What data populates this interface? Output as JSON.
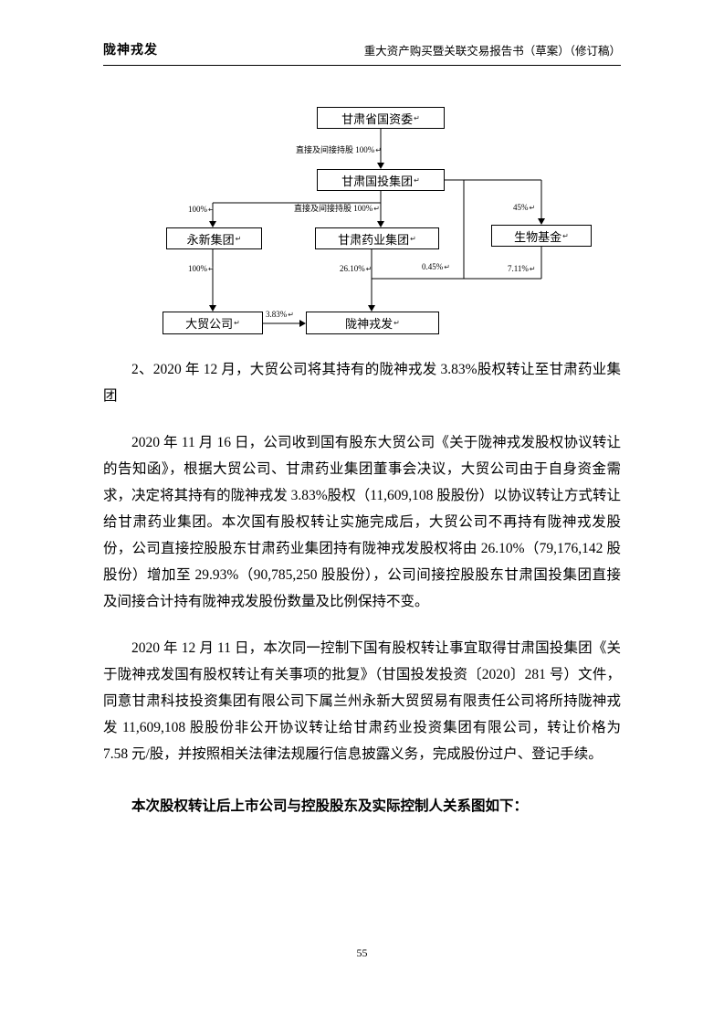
{
  "header": {
    "left": "陇神戎发",
    "right": "重大资产购买暨关联交易报告书（草案）（修订稿）"
  },
  "diagram": {
    "return_mark": "↵",
    "nodes": {
      "sasac": "甘肃省国资委",
      "guotou": "甘肃国投集团",
      "yongxin": "永新集团",
      "yaoye": "甘肃药业集团",
      "shengwu": "生物基金",
      "damao": "大贸公司",
      "longshen": "陇神戎发"
    },
    "edges": {
      "sasac_guotou": "直接及间接持股 100%",
      "guotou_yongxin": "100%",
      "guotou_yaoye": "直接及间接持股 100%",
      "guotou_shengwu": "45%",
      "yongxin_damao": "100%",
      "yaoye_longshen": "26.10%",
      "guotou_longshen": "0.45%",
      "shengwu_longshen": "7.11%",
      "damao_longshen": "3.83%"
    }
  },
  "body": {
    "heading2": "2、2020 年 12 月，大贸公司将其持有的陇神戎发 3.83%股权转让至甘肃药业集团",
    "para1": "2020 年 11 月 16 日，公司收到国有股东大贸公司《关于陇神戎发股权协议转让的告知函》，根据大贸公司、甘肃药业集团董事会决议，大贸公司由于自身资金需求，决定将其持有的陇神戎发 3.83%股权（11,609,108 股股份）以协议转让方式转让给甘肃药业集团。本次国有股权转让实施完成后，大贸公司不再持有陇神戎发股份，公司直接控股股东甘肃药业集团持有陇神戎发股权将由 26.10%（79,176,142 股股份）增加至 29.93%（90,785,250 股股份），公司间接控股股东甘肃国投集团直接及间接合计持有陇神戎发股份数量及比例保持不变。",
    "para2": "2020 年 12 月 11 日，本次同一控制下国有股权转让事宜取得甘肃国投集团《关于陇神戎发国有股权转让有关事项的批复》（甘国投发投资〔2020〕281 号）文件，同意甘肃科技投资集团有限公司下属兰州永新大贸贸易有限责任公司将所持陇神戎发 11,609,108 股股份非公开协议转让给甘肃药业投资集团有限公司，转让价格为 7.58 元/股，并按照相关法律法规履行信息披露义务，完成股份过户、登记手续。",
    "bold_note": "本次股权转让后上市公司与控股股东及实际控制人关系图如下："
  },
  "footer": {
    "page_number": "55"
  }
}
